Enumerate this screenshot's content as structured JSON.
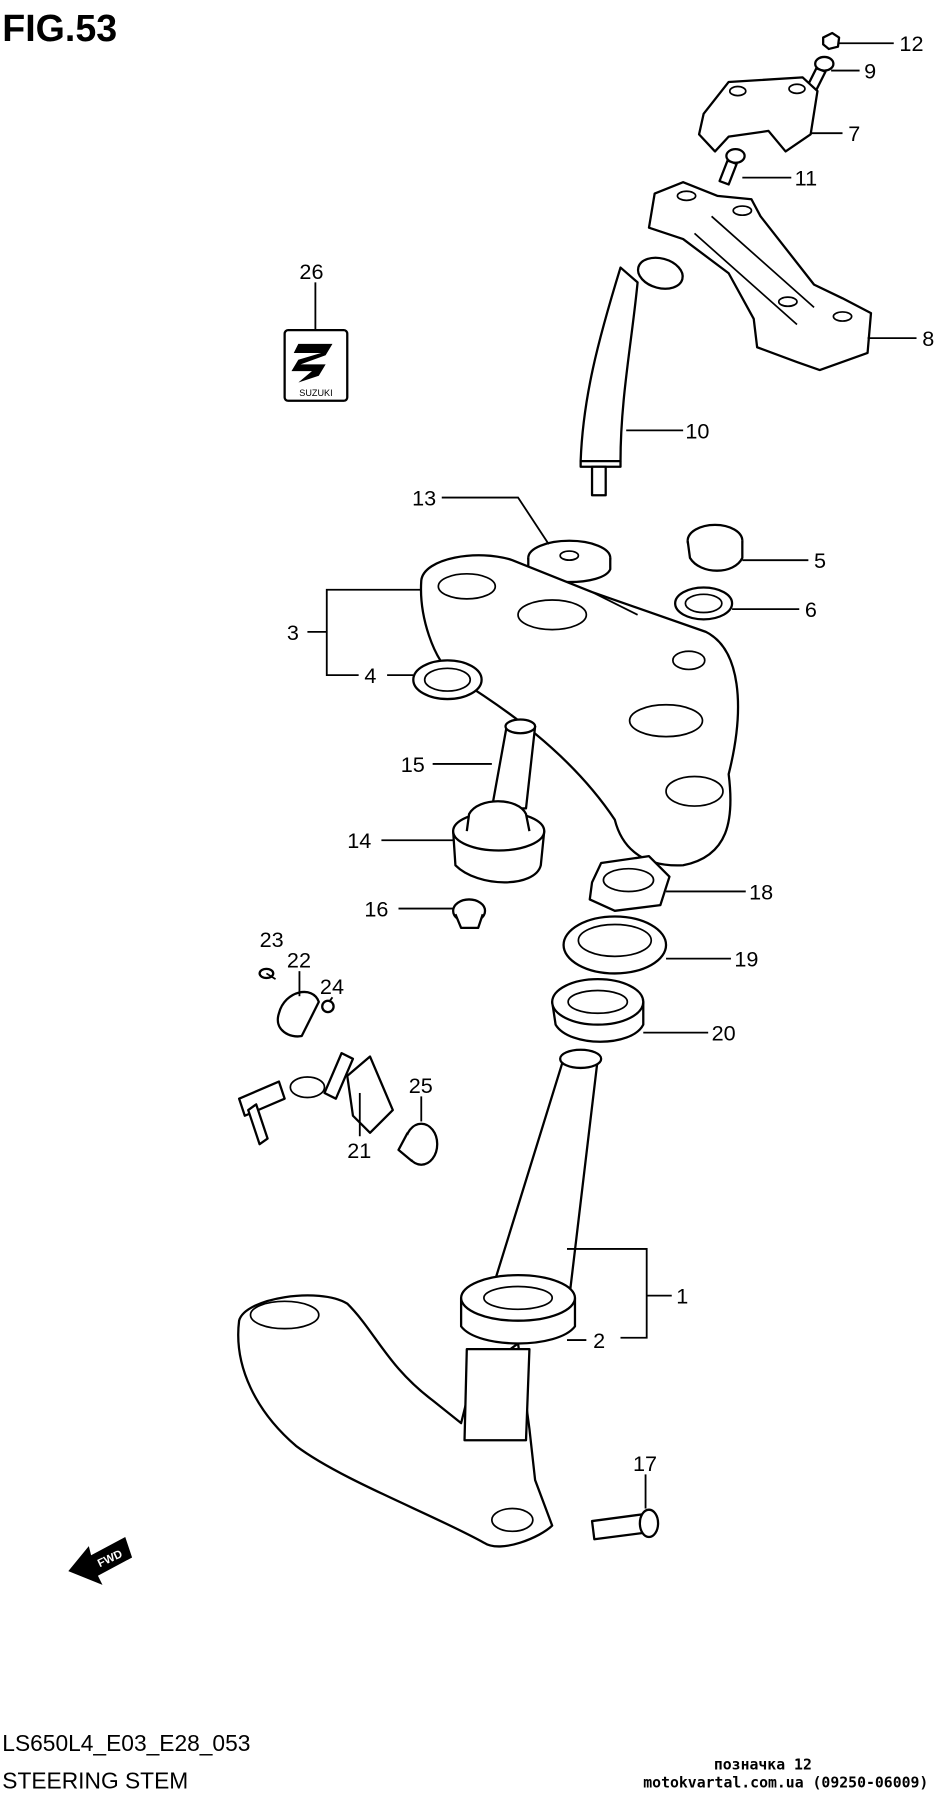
{
  "figure": {
    "title": "FIG.53"
  },
  "footer": {
    "code": "LS650L4_E03_E28_053",
    "name": "STEERING STEM",
    "watermark_line1": "позначка 12",
    "watermark_line2": "motokvartal.com.ua (09250-06009)"
  },
  "logo": {
    "text": "SUZUKI"
  },
  "fwd": {
    "text": "FWD"
  },
  "labels": {
    "p1": "1",
    "p2": "2",
    "p3": "3",
    "p4": "4",
    "p5": "5",
    "p6": "6",
    "p7": "7",
    "p8": "8",
    "p9": "9",
    "p10": "10",
    "p11": "11",
    "p12": "12",
    "p13": "13",
    "p14": "14",
    "p15": "15",
    "p16": "16",
    "p17": "17",
    "p18": "18",
    "p19": "19",
    "p20": "20",
    "p21": "21",
    "p22": "22",
    "p23": "23",
    "p24": "24",
    "p25": "25",
    "p26": "26"
  }
}
